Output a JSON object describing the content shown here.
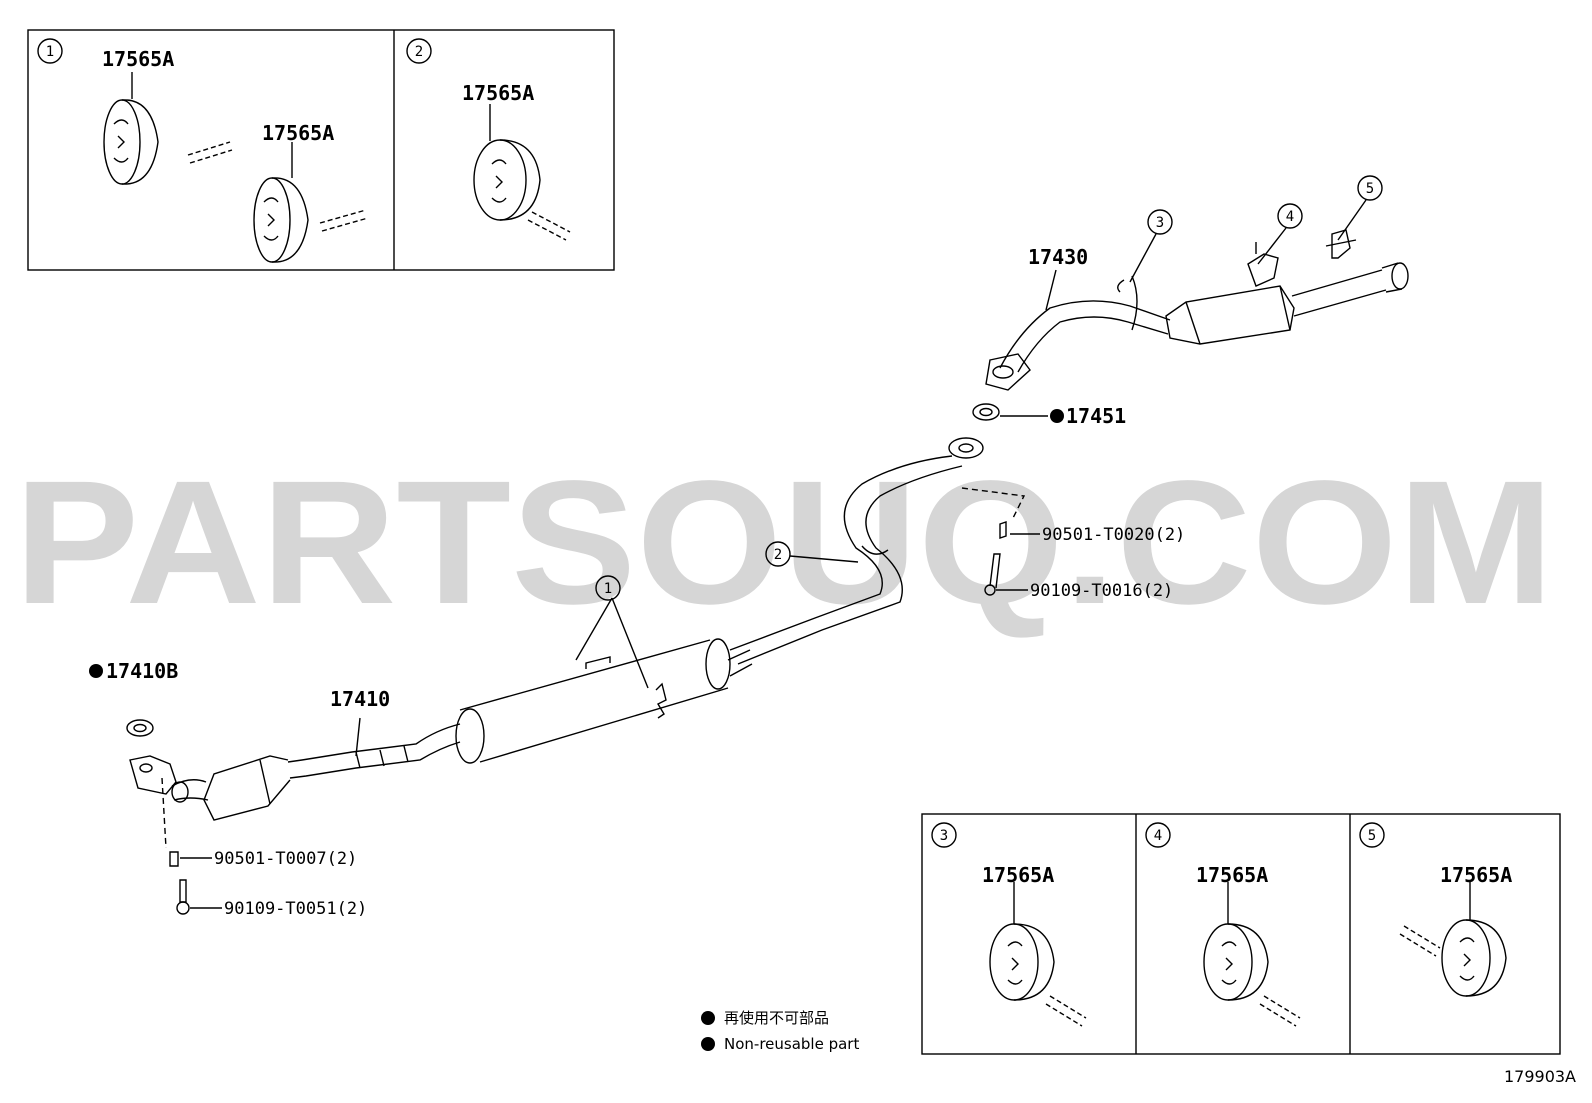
{
  "watermark": "PARTSOUQ.COM",
  "figure_id": "179903A",
  "legend": {
    "line1": "再使用不可部品",
    "line2": "Non-reusable part"
  },
  "insets": [
    {
      "num": "1",
      "parts": [
        "17565A",
        "17565A"
      ]
    },
    {
      "num": "2",
      "parts": [
        "17565A"
      ]
    },
    {
      "num": "3",
      "parts": [
        "17565A"
      ]
    },
    {
      "num": "4",
      "parts": [
        "17565A"
      ]
    },
    {
      "num": "5",
      "parts": [
        "17565A"
      ]
    }
  ],
  "callouts": [
    "1",
    "2",
    "3",
    "4",
    "5"
  ],
  "parts": {
    "tail_pipe": "17430",
    "gasket_rear": "17451",
    "nut_rear": "90501-T0020(2)",
    "bolt_rear": "90109-T0016(2)",
    "gasket_front": "17410B",
    "front_pipe": "17410",
    "nut_front": "90501-T0007(2)",
    "bolt_front": "90109-T0051(2)"
  }
}
